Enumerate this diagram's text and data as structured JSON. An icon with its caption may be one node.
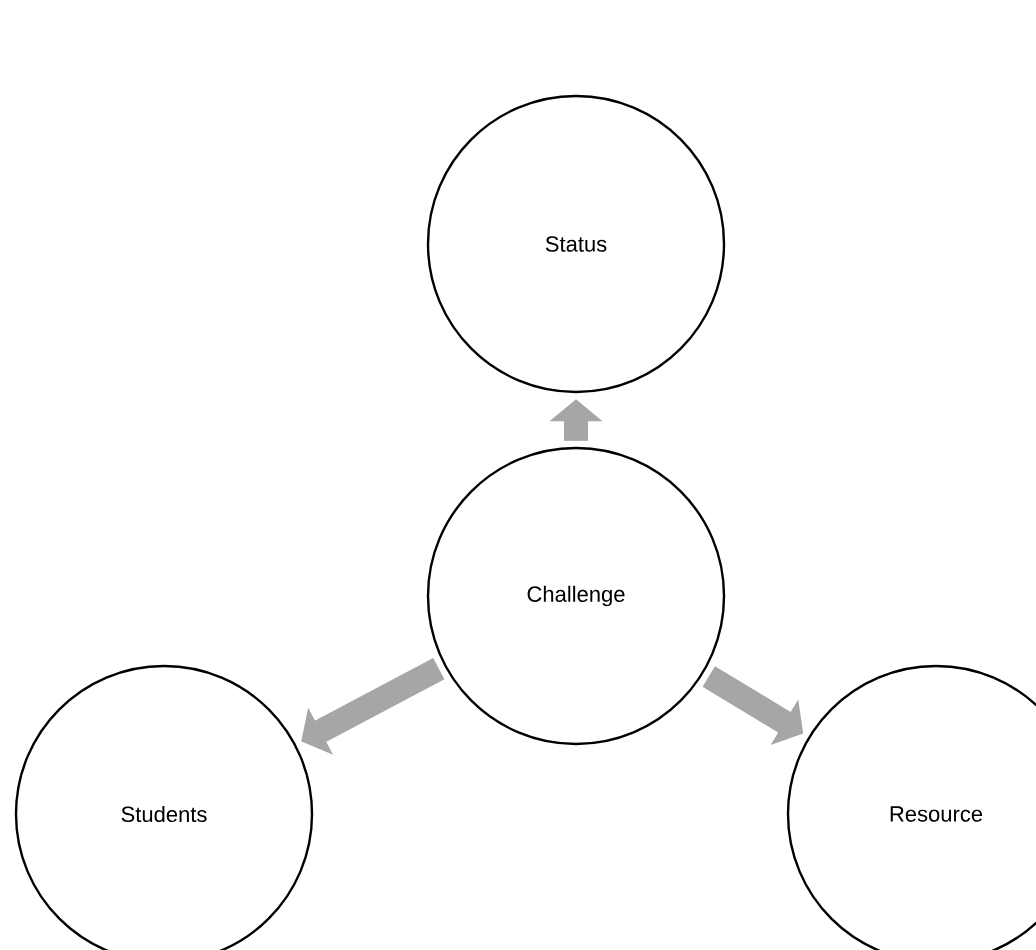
{
  "diagram": {
    "nodes": [
      {
        "text": [
          "Status"
        ]
      },
      {
        "text": [
          "Challenge"
        ]
      },
      {
        "text": [
          "Students"
        ]
      },
      {
        "text": [
          "Resource"
        ]
      }
    ],
    "edges": [
      {
        "from": 1,
        "to": 0,
        "arrow": "to"
      },
      {
        "from": 1,
        "to": 2,
        "arrow": "to"
      },
      {
        "from": 1,
        "to": 3,
        "arrow": "to"
      }
    ]
  }
}
